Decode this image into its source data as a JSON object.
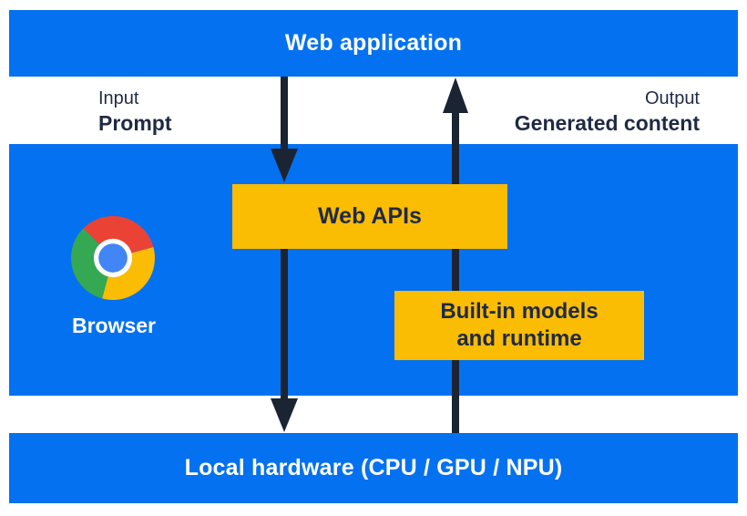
{
  "top_bar": {
    "label": "Web application"
  },
  "io_row": {
    "input_caption": "Input",
    "input_label": "Prompt",
    "output_caption": "Output",
    "output_label": "Generated content"
  },
  "browser_panel": {
    "browser_label": "Browser",
    "web_apis_box_label": "Web APIs",
    "builtin_box_label_line1": "Built-in models",
    "builtin_box_label_line2": "and runtime"
  },
  "bottom_bar": {
    "label": "Local hardware (CPU / GPU / NPU)"
  },
  "icons": {
    "chrome_logo": "chrome-logo",
    "down_arrow_top": "arrow-down",
    "down_arrow_bottom": "arrow-down",
    "up_arrow": "arrow-up"
  },
  "colors": {
    "panel_blue": "#0471F0",
    "box_yellow": "#FBBC04",
    "label_dark": "#1F2A44",
    "arrow_dark": "#1A2433",
    "label_white": "#FFFFFF",
    "chrome_red": "#EA4335",
    "chrome_yellow": "#FBBC04",
    "chrome_green": "#34A853",
    "chrome_blue": "#4285F4"
  }
}
